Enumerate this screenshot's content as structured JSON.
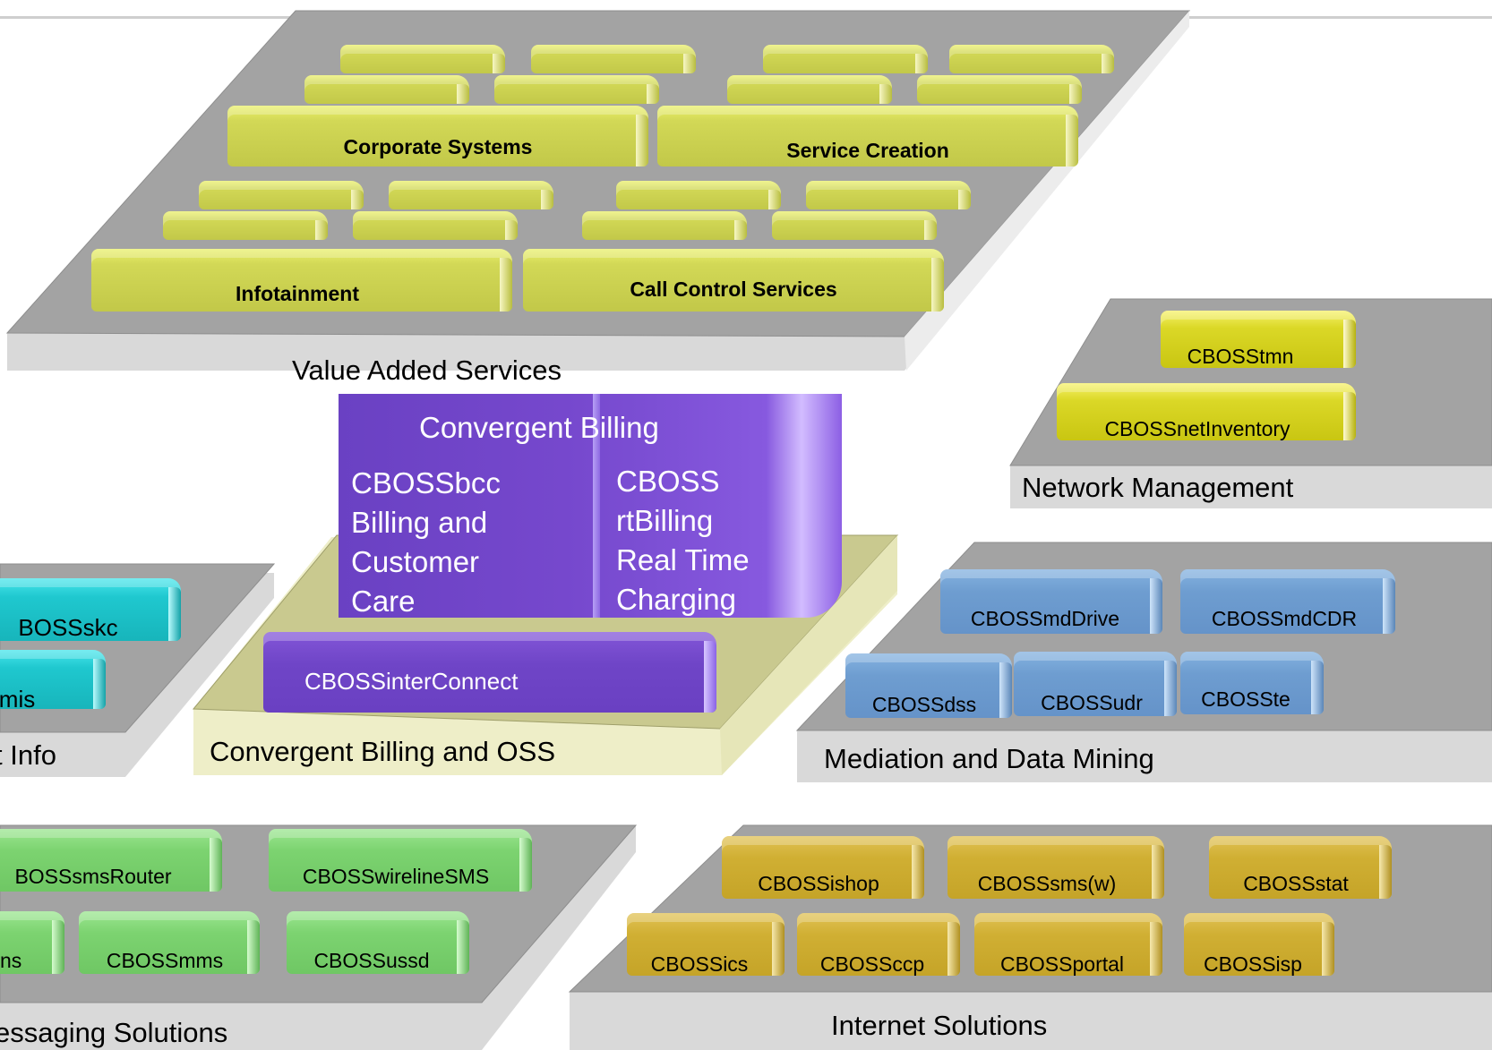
{
  "platforms": {
    "value_added": {
      "title": "Value Added Services",
      "blocks": [
        "Corporate Systems",
        "Service Creation",
        "Infotainment",
        "Call Control Services"
      ]
    },
    "network_management": {
      "title": "Network Management",
      "blocks": [
        "CBOSStmn",
        "CBOSSnetInventory"
      ]
    },
    "customer_info": {
      "title": "t Info",
      "blocks": [
        "BOSSskc",
        "mis"
      ]
    },
    "convergent_billing_oss": {
      "title": "Convergent Billing and OSS",
      "tower_title": "Convergent Billing",
      "left_text": [
        "CBOSSbcc",
        "Billing and",
        "Customer",
        "Care"
      ],
      "right_text": [
        "CBOSS",
        "rtBilling",
        "Real Time",
        "Charging"
      ],
      "interconnect": "CBOSSinterConnect"
    },
    "mediation": {
      "title": "Mediation and Data Mining",
      "blocks": [
        "CBOSSmdDrive",
        "CBOSSmdCDR",
        "CBOSSdss",
        "CBOSSudr",
        "CBOSSte"
      ]
    },
    "messaging": {
      "title": "essaging Solutions",
      "blocks": [
        "BOSSsmsRouter",
        "CBOSSwirelineSMS",
        "ns",
        "CBOSSmms",
        "CBOSSussd"
      ]
    },
    "internet": {
      "title": "Internet Solutions",
      "blocks": [
        "CBOSSishop",
        "CBOSSsms(w)",
        "CBOSSstat",
        "CBOSSics",
        "CBOSSccp",
        "CBOSSportal",
        "CBOSSisp"
      ]
    }
  },
  "colors": {
    "platform_grey": "#a3a3a3",
    "billing_platform": "#c9c98f",
    "vas_block": "#c7cc4c",
    "netmgmt_block": "#d4d11c",
    "customer_block": "#1cc0c6",
    "mediation_block": "#6d9bcd",
    "messaging_block": "#76cd6b",
    "internet_block": "#cbab2e",
    "billing_block": "#6e44c6"
  }
}
